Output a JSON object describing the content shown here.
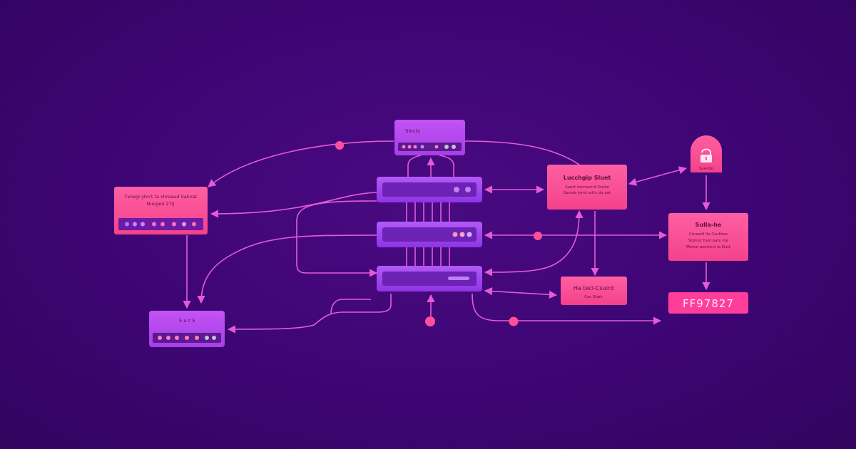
{
  "diagram": {
    "colors": {
      "background": "#3c0470",
      "connector": "#e45bd6",
      "node_pink": "#f6508f",
      "node_magenta": "#ff4ba8",
      "node_purple": "#9a3ff0",
      "node_violet": "#b347ee",
      "port_dark": "#5b1a8f",
      "dot": "#ff4f9c"
    },
    "nodes": {
      "left_pink_box": {
        "line1": "Txnegi yhn't ta chroaud Sakvat",
        "line2": "Nuvgen 27Ij"
      },
      "top_purple_box": {
        "line1": "Sincts"
      },
      "right_upper_pink_box": {
        "line1": "Lucchgip Sluet",
        "line2": "Suort rocrnarrid Scelie",
        "line3": "Sansle inrrd ortlx ob aat"
      },
      "right_middle_pink_box": {
        "line1": "Sulla-he",
        "line2": "Crnwatl 0x Csuhtee",
        "line3": "Stprrur tnet oaty Ine",
        "line4": "Mnmn asurnrnl la Dutt"
      },
      "bottom_center_pink_box": {
        "line1": "Ha tecl-Csuird",
        "line2": "Cec Sheh"
      },
      "bottom_right_id_box": {
        "label": "FF97827"
      },
      "lock_node": {
        "label": "Suerdsl"
      },
      "bottom_left_purple_box": {
        "line1": "S u r S"
      }
    }
  }
}
